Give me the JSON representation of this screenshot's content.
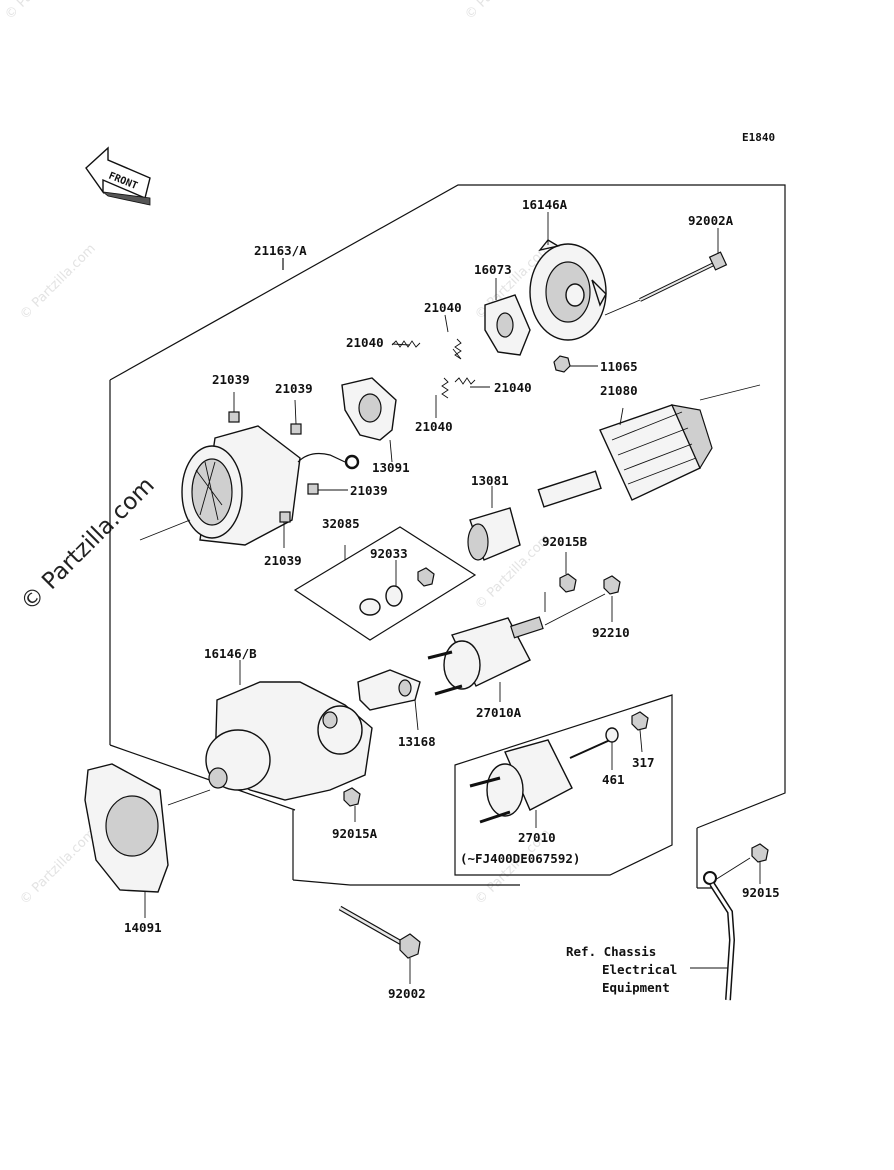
{
  "diagram_code": "E1840",
  "front_label": "FRONT",
  "watermark": "© Partzilla.com",
  "reference_note": [
    "Ref. Chassis",
    "Electrical",
    "Equipment"
  ],
  "parts": {
    "p21163": "21163/A",
    "p16146a": "16146A",
    "p92002a": "92002A",
    "p16073": "16073",
    "p21040_a": "21040",
    "p21040_b": "21040",
    "p21040_c": "21040",
    "p21040_d": "21040",
    "p11065": "11065",
    "p21039_a": "21039",
    "p21039_b": "21039",
    "p21039_c": "21039",
    "p21039_d": "21039",
    "p13091": "13091",
    "p21080": "21080",
    "p13081": "13081",
    "p32085": "32085",
    "p92033": "92033",
    "p92015b": "92015B",
    "p92210": "92210",
    "p16146b": "16146/B",
    "p27010a": "27010A",
    "p13168": "13168",
    "p461": "461",
    "p317": "317",
    "p92015a": "92015A",
    "p27010": "27010",
    "p_serial": "(~FJ400DE067592)",
    "p92015": "92015",
    "p14091": "14091",
    "p92002": "92002"
  }
}
